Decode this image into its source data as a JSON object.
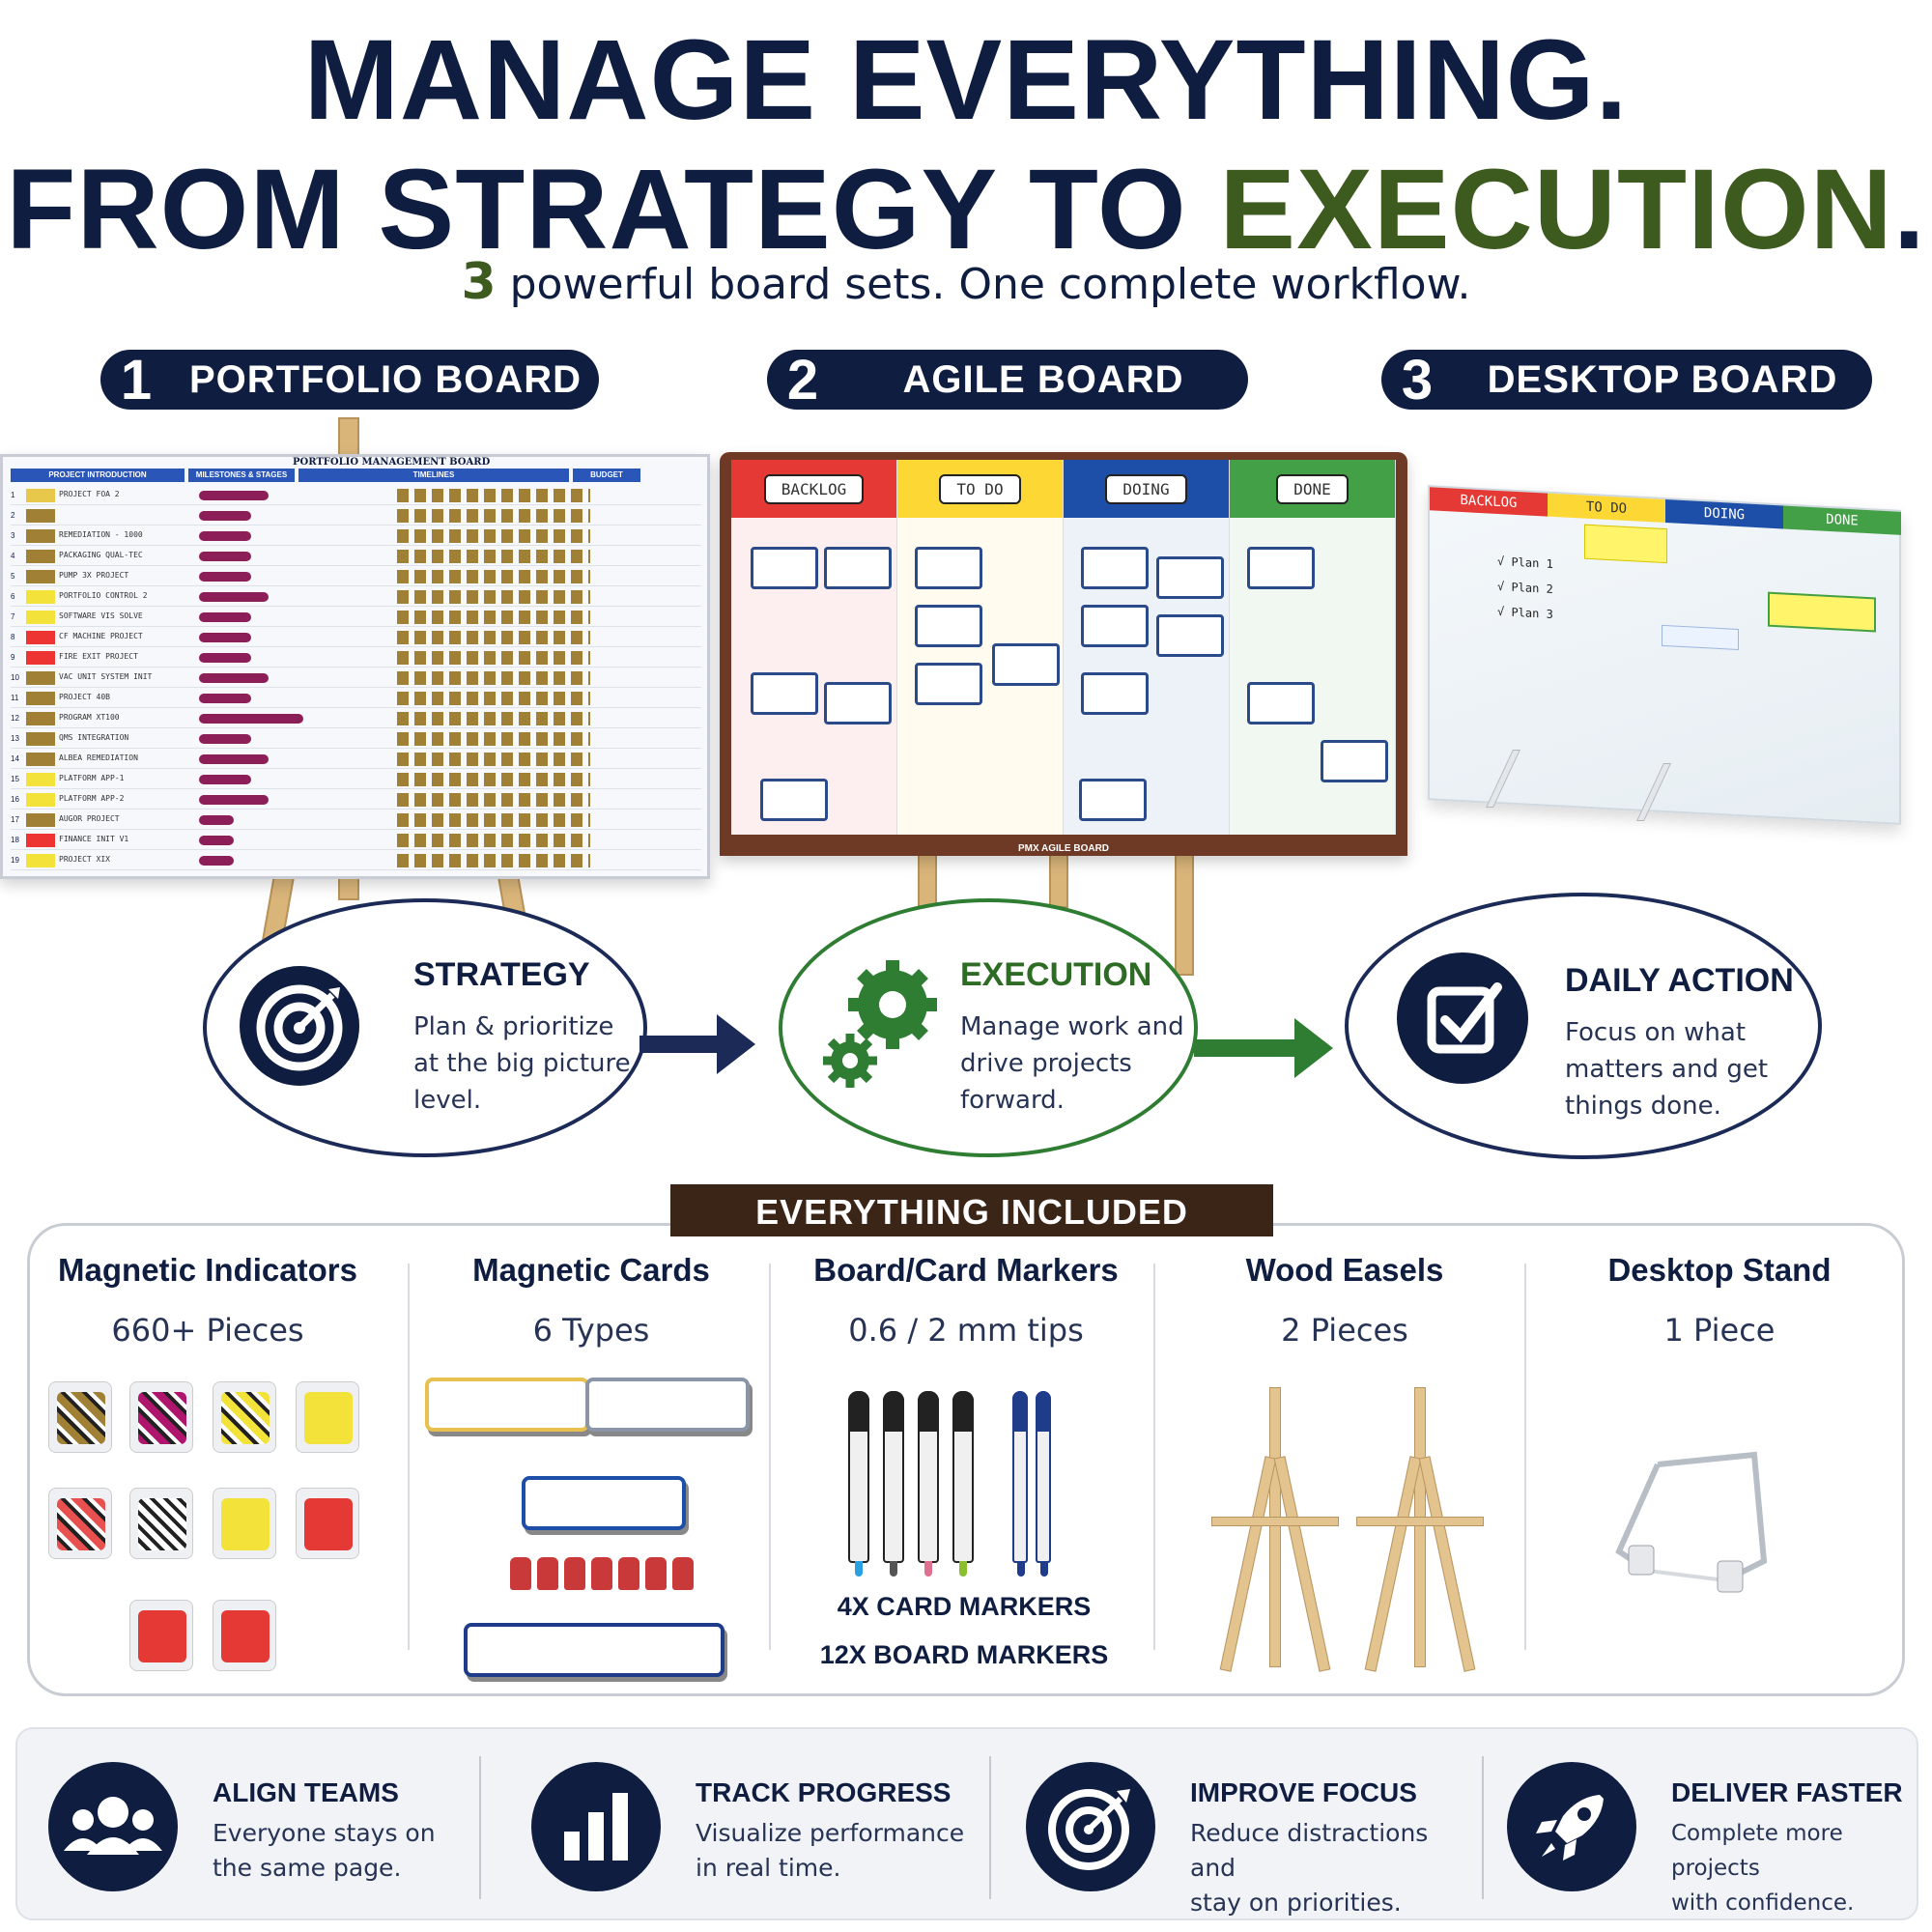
{
  "headline": {
    "line1": "MANAGE EVERYTHING.",
    "line2_prefix": "FROM STRATEGY TO ",
    "line2_accent": "EXECUTION",
    "line2_suffix": ".",
    "subtitle_number": "3",
    "subtitle_text": " powerful board sets. One complete workflow."
  },
  "boards": [
    {
      "number": "1",
      "label": "PORTFOLIO BOARD"
    },
    {
      "number": "2",
      "label": "AGILE BOARD"
    },
    {
      "number": "3",
      "label": "DESKTOP BOARD"
    }
  ],
  "portfolio_board": {
    "title": "PORTFOLIO MANAGEMENT BOARD",
    "headers": [
      "PROJECT INTRODUCTION",
      "MILESTONES & STAGES",
      "TIMELINES",
      "BUDGET"
    ],
    "rows": [
      {
        "n": "1",
        "name": "PROJECT FOA 2",
        "status": "#e7c84a",
        "dots": 4
      },
      {
        "n": "2",
        "name": "",
        "status": "#a08035",
        "dots": 3
      },
      {
        "n": "3",
        "name": "REMEDIATION - 1000",
        "status": "#a08035",
        "dots": 3
      },
      {
        "n": "4",
        "name": "PACKAGING QUAL-TEC",
        "status": "#a08035",
        "dots": 3
      },
      {
        "n": "5",
        "name": "PUMP 3X PROJECT",
        "status": "#a08035",
        "dots": 3
      },
      {
        "n": "6",
        "name": "PORTFOLIO CONTROL 2",
        "status": "#f2e23a",
        "dots": 4
      },
      {
        "n": "7",
        "name": "SOFTWARE VIS SOLVE",
        "status": "#f2e23a",
        "dots": 3
      },
      {
        "n": "8",
        "name": "CF MACHINE PROJECT",
        "status": "#e33",
        "dots": 3
      },
      {
        "n": "9",
        "name": "FIRE EXIT PROJECT",
        "status": "#e33",
        "dots": 3
      },
      {
        "n": "10",
        "name": "VAC UNIT SYSTEM INIT",
        "status": "#a08035",
        "dots": 4
      },
      {
        "n": "11",
        "name": "PROJECT 40B",
        "status": "#a08035",
        "dots": 3
      },
      {
        "n": "12",
        "name": "PROGRAM XT100",
        "status": "#a08035",
        "dots": 6
      },
      {
        "n": "13",
        "name": "QMS INTEGRATION",
        "status": "#a08035",
        "dots": 3
      },
      {
        "n": "14",
        "name": "ALBEA REMEDIATION",
        "status": "#a08035",
        "dots": 4
      },
      {
        "n": "15",
        "name": "PLATFORM APP-1",
        "status": "#f2e23a",
        "dots": 3
      },
      {
        "n": "16",
        "name": "PLATFORM APP-2",
        "status": "#f2e23a",
        "dots": 4
      },
      {
        "n": "17",
        "name": "AUGOR PROJECT",
        "status": "#a08035",
        "dots": 2
      },
      {
        "n": "18",
        "name": "FINANCE INIT V1",
        "status": "#e33",
        "dots": 2
      },
      {
        "n": "19",
        "name": "PROJECT XIX",
        "status": "#f2e23a",
        "dots": 2
      }
    ]
  },
  "agile_board": {
    "columns": [
      {
        "name": "BACKLOG",
        "color": "#e53935"
      },
      {
        "name": "TO DO",
        "color": "#fdd835"
      },
      {
        "name": "DOING",
        "color": "#1e4fa8"
      },
      {
        "name": "DONE",
        "color": "#43a047"
      }
    ],
    "footer": "PMX AGILE BOARD"
  },
  "desktop_board": {
    "columns": [
      {
        "name": "BACKLOG",
        "color": "#e53935"
      },
      {
        "name": "TO DO",
        "color": "#fdd835"
      },
      {
        "name": "DOING",
        "color": "#1e4fa8"
      },
      {
        "name": "DONE",
        "color": "#43a047"
      }
    ],
    "plans": [
      "√ Plan 1",
      "√ Plan 2",
      "√ Plan 3"
    ]
  },
  "workflow": [
    {
      "title": "STRATEGY",
      "lines": [
        "Plan & prioritize",
        "at the big picture",
        "level."
      ],
      "icon": "target-icon"
    },
    {
      "title": "EXECUTION",
      "lines": [
        "Manage work and",
        "drive projects",
        "forward."
      ],
      "icon": "gears-icon"
    },
    {
      "title": "DAILY ACTION",
      "lines": [
        "Focus on what",
        "matters and get",
        "things done."
      ],
      "icon": "checkbox-icon"
    }
  ],
  "included": {
    "banner": "EVERYTHING INCLUDED",
    "items": [
      {
        "title": "Magnetic Indicators",
        "qty": "660+ Pieces"
      },
      {
        "title": "Magnetic Cards",
        "qty": "6 Types"
      },
      {
        "title": "Board/Card Markers",
        "qty": "0.6 / 2 mm tips"
      },
      {
        "title": "Wood Easels",
        "qty": "2 Pieces"
      },
      {
        "title": "Desktop Stand",
        "qty": "1 Piece"
      }
    ],
    "marker_lines": [
      "4X CARD MARKERS",
      "12X BOARD MARKERS"
    ]
  },
  "benefits": [
    {
      "title": "ALIGN TEAMS",
      "lines": [
        "Everyone stays on",
        "the same page."
      ],
      "icon": "team-icon"
    },
    {
      "title": "TRACK PROGRESS",
      "lines": [
        "Visualize performance",
        "in real time."
      ],
      "icon": "bar-chart-icon"
    },
    {
      "title": "IMPROVE FOCUS",
      "lines": [
        "Reduce distractions and",
        "stay on priorities."
      ],
      "icon": "target-icon"
    },
    {
      "title": "DELIVER FASTER",
      "lines": [
        "Complete more projects",
        "with confidence."
      ],
      "icon": "rocket-icon"
    }
  ],
  "colors": {
    "navy": "#0f1d40",
    "accent_green": "#3d5a1f",
    "execution_green": "#2e7d32",
    "banner_brown": "#3b2516"
  }
}
